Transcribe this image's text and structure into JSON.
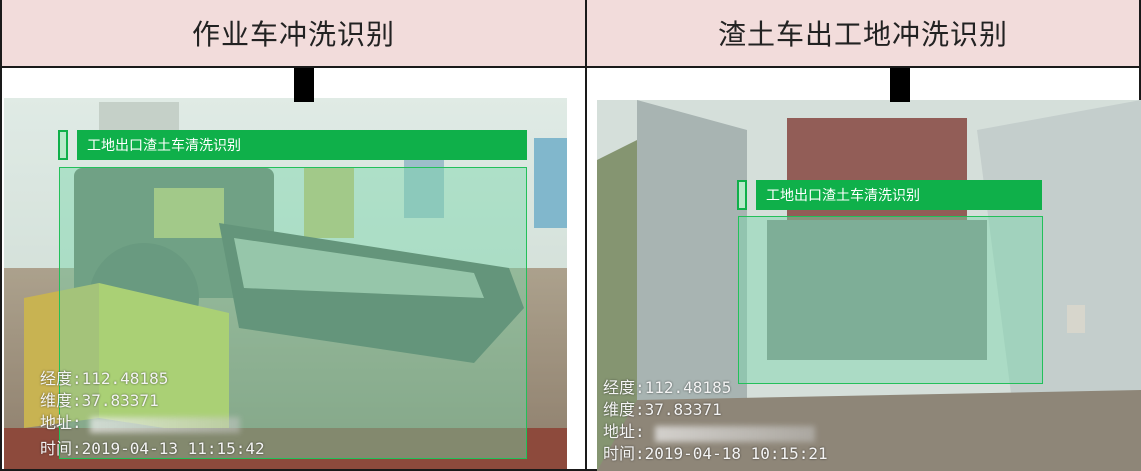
{
  "headers": {
    "left": "作业车冲洗识别",
    "right": "渣土车出工地冲洗识别"
  },
  "left_panel": {
    "detection_label": "工地出口渣土车清洗识别",
    "overlay": {
      "longitude": "经度:112.48185",
      "latitude": "维度:37.83371",
      "address": "地址:",
      "time": "时间:2019-04-13 11:15:42"
    }
  },
  "right_panel": {
    "detection_label": "工地出口渣土车清洗识别",
    "overlay": {
      "longitude": "经度:112.48185",
      "latitude": "维度:37.83371",
      "address": "地址:",
      "time": "时间:2019-04-18 10:15:21"
    }
  },
  "colors": {
    "header_bg": "#f2dcdb",
    "label_green": "#0fb04a",
    "box_fill": "rgba(120,215,170,0.45)",
    "border": "#1a1a1a"
  }
}
